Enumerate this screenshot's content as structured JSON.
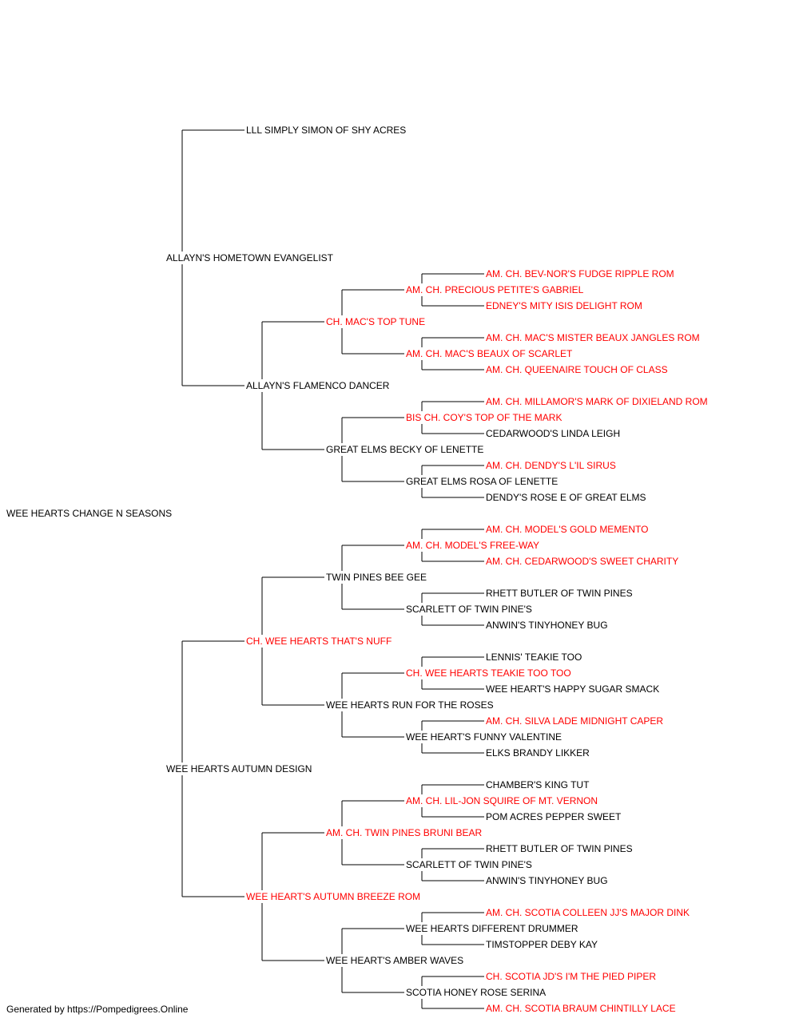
{
  "colors": {
    "champion": "#ff0000",
    "normal": "#000000",
    "line": "#000000"
  },
  "pedigree": {
    "subject": {
      "name": "WEE HEARTS CHANGE N SEASONS",
      "champion": false
    },
    "sire": {
      "name": "ALLAYN'S HOMETOWN EVANGELIST",
      "champion": false,
      "sire": {
        "name": "LLL SIMPLY SIMON OF SHY ACRES",
        "champion": false
      },
      "dam": {
        "name": "ALLAYN'S FLAMENCO DANCER",
        "champion": false,
        "sire": {
          "name": "CH. MAC'S TOP TUNE",
          "champion": true,
          "sire": {
            "name": "AM. CH. PRECIOUS PETITE'S GABRIEL",
            "champion": true,
            "sire": {
              "name": "AM. CH. BEV-NOR'S FUDGE RIPPLE ROM",
              "champion": true
            },
            "dam": {
              "name": "EDNEY'S MITY ISIS DELIGHT ROM",
              "champion": true
            }
          },
          "dam": {
            "name": "AM. CH. MAC'S BEAUX OF SCARLET",
            "champion": true,
            "sire": {
              "name": "AM. CH. MAC'S MISTER BEAUX JANGLES ROM",
              "champion": true
            },
            "dam": {
              "name": "AM. CH. QUEENAIRE TOUCH OF CLASS",
              "champion": true
            }
          }
        },
        "dam": {
          "name": "GREAT ELMS BECKY OF LENETTE",
          "champion": false,
          "sire": {
            "name": "BIS CH. COY'S TOP OF THE MARK",
            "champion": true,
            "sire": {
              "name": "AM. CH. MILLAMOR'S MARK OF DIXIELAND ROM",
              "champion": true
            },
            "dam": {
              "name": "CEDARWOOD'S LINDA LEIGH",
              "champion": false
            }
          },
          "dam": {
            "name": "GREAT ELMS ROSA OF LENETTE",
            "champion": false,
            "sire": {
              "name": "AM. CH. DENDY'S L'IL SIRUS",
              "champion": true
            },
            "dam": {
              "name": "DENDY'S ROSE E OF GREAT ELMS",
              "champion": false
            }
          }
        }
      }
    },
    "dam": {
      "name": "WEE HEARTS AUTUMN DESIGN",
      "champion": false,
      "sire": {
        "name": "CH. WEE HEARTS THAT'S NUFF",
        "champion": true,
        "sire": {
          "name": "TWIN PINES BEE GEE",
          "champion": false,
          "sire": {
            "name": "AM. CH. MODEL'S FREE-WAY",
            "champion": true,
            "sire": {
              "name": "AM. CH. MODEL'S GOLD MEMENTO",
              "champion": true
            },
            "dam": {
              "name": "AM. CH. CEDARWOOD'S SWEET CHARITY",
              "champion": true
            }
          },
          "dam": {
            "name": "SCARLETT OF TWIN PINE'S",
            "champion": false,
            "sire": {
              "name": "RHETT BUTLER OF TWIN PINES",
              "champion": false
            },
            "dam": {
              "name": "ANWIN'S TINYHONEY BUG",
              "champion": false
            }
          }
        },
        "dam": {
          "name": "WEE HEARTS RUN FOR THE ROSES",
          "champion": false,
          "sire": {
            "name": "CH. WEE HEARTS TEAKIE TOO TOO",
            "champion": true,
            "sire": {
              "name": "LENNIS' TEAKIE TOO",
              "champion": false
            },
            "dam": {
              "name": "WEE HEART'S HAPPY SUGAR SMACK",
              "champion": false
            }
          },
          "dam": {
            "name": "WEE HEART'S FUNNY VALENTINE",
            "champion": false,
            "sire": {
              "name": "AM. CH. SILVA LADE MIDNIGHT CAPER",
              "champion": true
            },
            "dam": {
              "name": "ELKS BRANDY LIKKER",
              "champion": false
            }
          }
        }
      },
      "dam": {
        "name": "WEE HEART'S AUTUMN BREEZE ROM",
        "champion": true,
        "sire": {
          "name": "AM. CH. TWIN PINES BRUNI BEAR",
          "champion": true,
          "sire": {
            "name": "AM. CH. LIL-JON SQUIRE OF MT. VERNON",
            "champion": true,
            "sire": {
              "name": "CHAMBER'S KING TUT",
              "champion": false
            },
            "dam": {
              "name": "POM ACRES PEPPER SWEET",
              "champion": false
            }
          },
          "dam": {
            "name": "SCARLETT OF TWIN PINE'S",
            "champion": false,
            "sire": {
              "name": "RHETT BUTLER OF TWIN PINES",
              "champion": false
            },
            "dam": {
              "name": "ANWIN'S TINYHONEY BUG",
              "champion": false
            }
          }
        },
        "dam": {
          "name": "WEE HEART'S AMBER WAVES",
          "champion": false,
          "sire": {
            "name": "WEE HEARTS DIFFERENT DRUMMER",
            "champion": false,
            "sire": {
              "name": "AM. CH. SCOTIA COLLEEN JJ'S MAJOR DINK",
              "champion": true
            },
            "dam": {
              "name": "TIMSTOPPER DEBY KAY",
              "champion": false
            }
          },
          "dam": {
            "name": "SCOTIA HONEY ROSE SERINA",
            "champion": false,
            "sire": {
              "name": "CH. SCOTIA JD'S I'M THE PIED PIPER",
              "champion": true
            },
            "dam": {
              "name": "AM. CH. SCOTIA BRAUM CHINTILLY LACE",
              "champion": true
            }
          }
        }
      }
    }
  },
  "footer": "Generated by https://Pompedigrees.Online"
}
